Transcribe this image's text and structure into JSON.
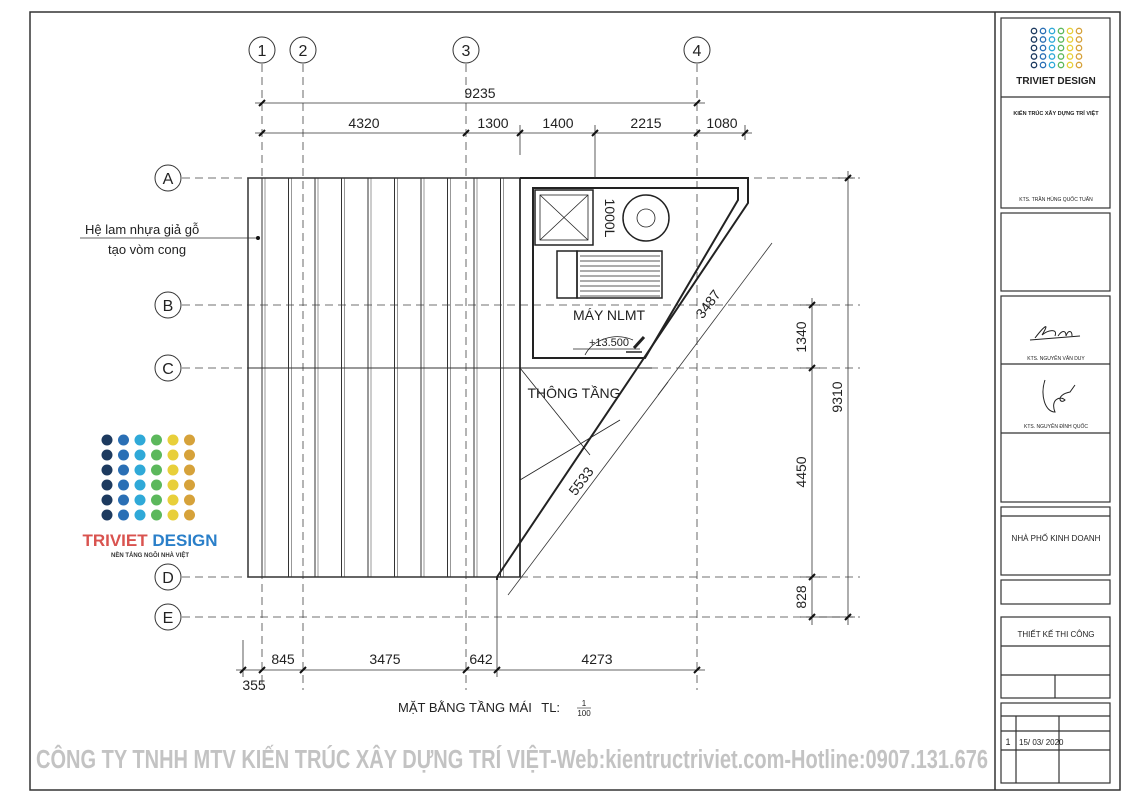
{
  "drawing": {
    "grid_columns": [
      "1",
      "2",
      "3",
      "4"
    ],
    "grid_rows": [
      "A",
      "B",
      "C",
      "D",
      "E"
    ],
    "dims_top_total": "9235",
    "dims_top": [
      "4320",
      "1300",
      "1400",
      "2215",
      "1080"
    ],
    "dims_right": [
      "1340",
      "4450",
      "828"
    ],
    "dims_right_total": "9310",
    "dims_bottom": [
      "355",
      "845",
      "3475",
      "642",
      "4273"
    ],
    "dims_diagonal": [
      "3487",
      "5533"
    ],
    "tank_label": "1000L",
    "solar_label": "MÁY NLMT",
    "level_label": "+13.500",
    "void_label": "THÔNG TẦNG",
    "note_line1": "Hệ lam nhựa giả gỗ",
    "note_line2": "tạo vòm cong",
    "title": "MẶT BẰNG TẦNG MÁI",
    "scale_prefix": "TL:",
    "scale_num": "1",
    "scale_den": "100"
  },
  "logo": {
    "name": "TRIVIET DESIGN",
    "tagline": "NỀN TẢNG NGÔI NHÀ VIỆT",
    "dot_colors": [
      "#1d3a5f",
      "#2a6fb5",
      "#2fa9d8",
      "#5cb85c",
      "#e8cf3a",
      "#d6a23a"
    ]
  },
  "watermark": "CÔNG TY TNHH MTV KIẾN TRÚC XÂY DỰNG TRÍ VIỆT-Web:kientructriviet.com-Hotline:0907.131.676",
  "title_block": {
    "company": "KIẾN TRÚC XÂY DỰNG TRÍ VIỆT",
    "director": "KTS. TRẦN HÙNG QUỐC TUẤN",
    "designer": "KTS. NGUYỄN VĂN DUY",
    "checker": "KTS. NGUYỄN ĐÌNH QUỐC",
    "project": "NHÀ PHỐ KINH DOANH",
    "phase": "THIẾT KẾ THI CÔNG",
    "revision_no": "1",
    "revision_date": "15/ 03/ 2020"
  }
}
